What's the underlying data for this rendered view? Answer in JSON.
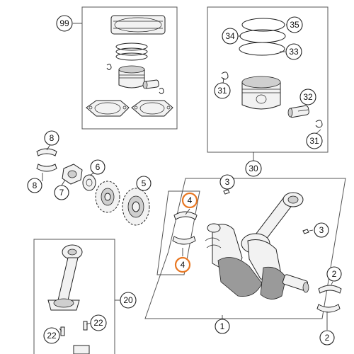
{
  "diagram": {
    "callouts": {
      "c99": "99",
      "c35": "35",
      "c34": "34",
      "c33": "33",
      "c31a": "31",
      "c32": "32",
      "c31b": "31",
      "c30": "30",
      "c8a": "8",
      "c8b": "8",
      "c7": "7",
      "c6": "6",
      "c5": "5",
      "c3a": "3",
      "c3b": "3",
      "c4a": "4",
      "c4b": "4",
      "c2a": "2",
      "c2b": "2",
      "c1": "1",
      "c20": "20",
      "c22a": "22",
      "c22b": "22"
    },
    "colors": {
      "highlight": "#e87722",
      "line": "#222222"
    }
  }
}
